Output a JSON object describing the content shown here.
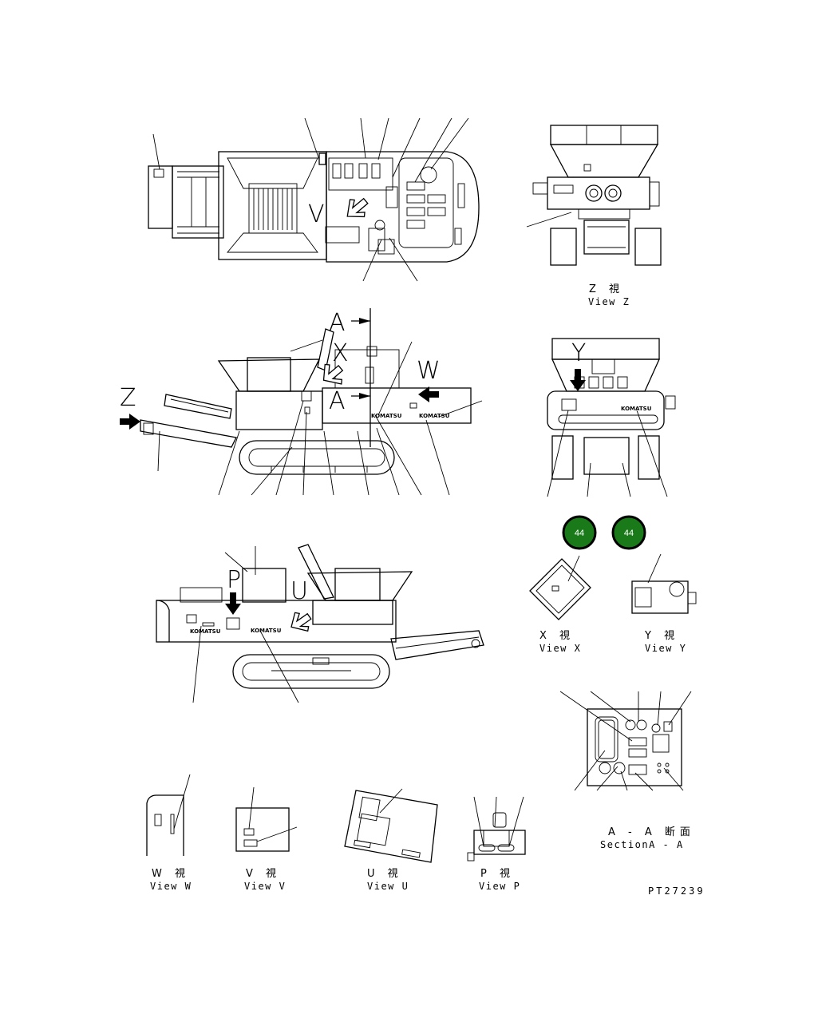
{
  "figure_code": "PT27239",
  "badge_colors": {
    "ring": "#000000",
    "fill": "#1a7a1a",
    "text": "#ffffff"
  },
  "badges": [
    {
      "label": "44"
    },
    {
      "label": "44"
    }
  ],
  "view_markers": {
    "A": "A",
    "X": "X",
    "W": "W",
    "Z": "Z",
    "P": "P",
    "V": "V",
    "U": "U",
    "Y": "Y"
  },
  "brand": "KOMATSU",
  "views": {
    "z": {
      "jp": "Z 視",
      "en": "View Z"
    },
    "x": {
      "jp": "X 視",
      "en": "View X"
    },
    "y": {
      "jp": "Y 視",
      "en": "View Y"
    },
    "section": {
      "jp": "A - A 断面",
      "en": "SectionA - A"
    },
    "w": {
      "jp": "W 視",
      "en": "View W"
    },
    "v": {
      "jp": "V 視",
      "en": "View V"
    },
    "u": {
      "jp": "U 視",
      "en": "View U"
    },
    "p": {
      "jp": "P 視",
      "en": "View P"
    }
  }
}
